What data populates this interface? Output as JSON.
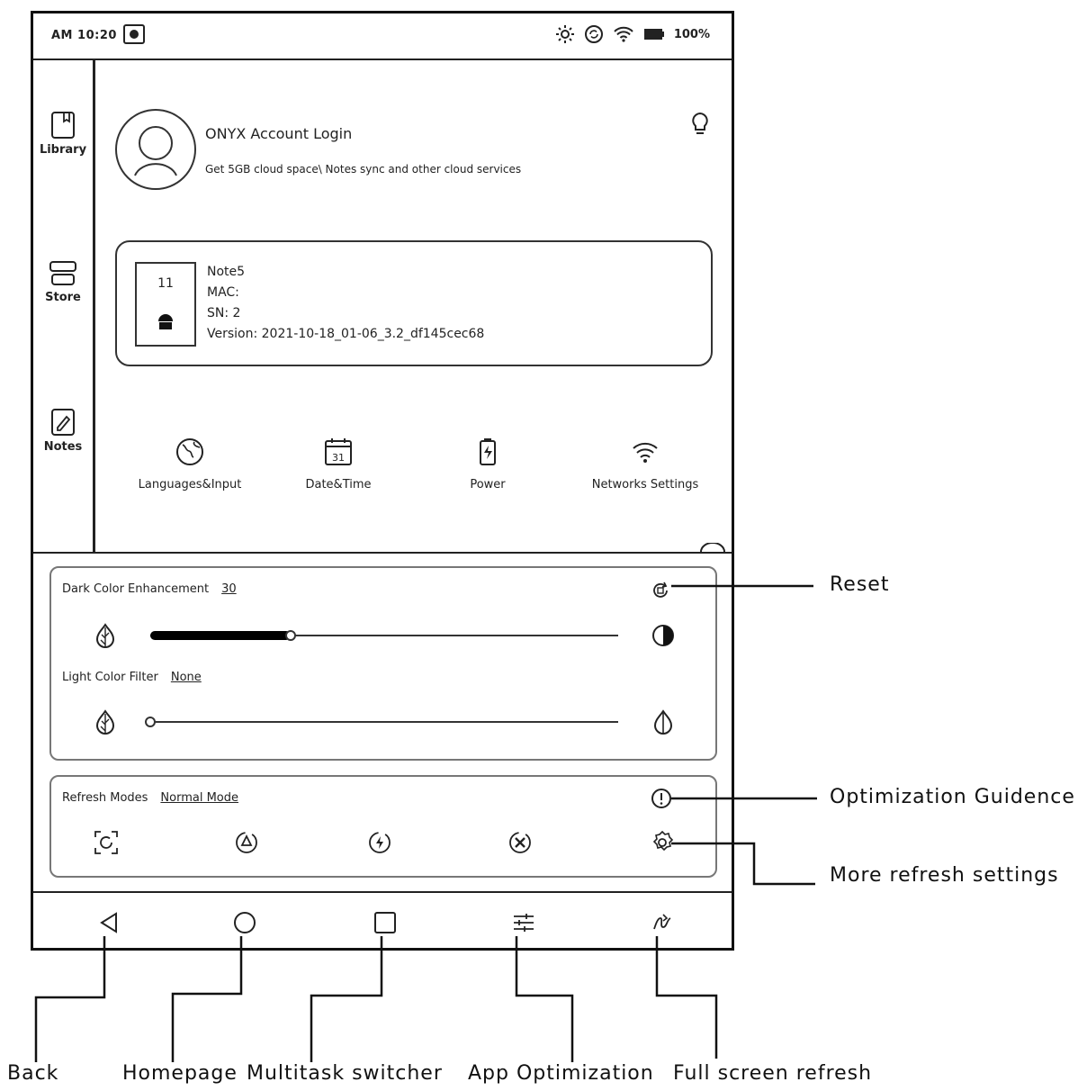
{
  "status_bar": {
    "time": "AM 10:20",
    "battery": "100%"
  },
  "sidebar": {
    "items": [
      {
        "label": "Library",
        "icon": "library-icon"
      },
      {
        "label": "Store",
        "icon": "store-icon"
      },
      {
        "label": "Notes",
        "icon": "notes-icon"
      }
    ]
  },
  "account": {
    "title": "ONYX Account Login",
    "subtitle": "Get 5GB cloud space\\ Notes sync and other cloud services"
  },
  "device": {
    "thumb_number": "11",
    "name": "Note5",
    "mac": "MAC:",
    "sn": "SN: 2",
    "version": "Version: 2021-10-18_01-06_3.2_df145cec68"
  },
  "quick_settings": [
    {
      "label": "Languages&Input",
      "icon": "globe-icon"
    },
    {
      "label": "Date&Time",
      "icon": "calendar-icon",
      "day": "31"
    },
    {
      "label": "Power",
      "icon": "battery-icon"
    },
    {
      "label": "Networks Settings",
      "icon": "wifi-icon"
    }
  ],
  "dark_enhancement": {
    "label": "Dark Color Enhancement",
    "value": "30",
    "fraction": 0.3
  },
  "light_filter": {
    "label": "Light Color Filter",
    "value": "None",
    "fraction": 0
  },
  "refresh": {
    "label": "Refresh Modes",
    "value": "Normal Mode"
  },
  "callouts": {
    "reset": "Reset",
    "optimization_guidance": "Optimization Guidence",
    "more_refresh": "More refresh settings",
    "back": "Back",
    "homepage": "Homepage",
    "multitask": "Multitask switcher",
    "app_optimization": "App Optimization",
    "full_refresh": "Full screen refresh"
  }
}
